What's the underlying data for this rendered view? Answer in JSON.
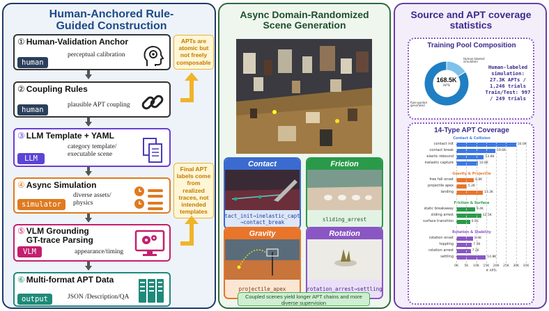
{
  "left": {
    "title": "Human-Anchored Rule-Guided Construction",
    "steps": [
      {
        "num": "①",
        "title": "Human-Validation Anchor",
        "desc": "perceptual calibration",
        "tag": "human"
      },
      {
        "num": "②",
        "title": "Coupling Rules",
        "desc": "plausible APT coupling",
        "tag": "human"
      },
      {
        "num": "③",
        "title": "LLM Template + YAML",
        "desc": "category template/ executable scene",
        "tag": "LLM"
      },
      {
        "num": "④",
        "title": "Async Simulation",
        "desc": "diverse assets/ physics",
        "tag": "simulator"
      },
      {
        "num": "⑤",
        "title": "VLM Grounding GT-trace Parsing",
        "desc": "appearance/timing",
        "tag": "VLM"
      },
      {
        "num": "⑥",
        "title": "Multi-format APT Data",
        "desc": "JSON /Description/QA",
        "tag": "output"
      }
    ],
    "notes": [
      "APTs are atomic but not freely composable",
      "Final APT labels come from realized traces, not intended templates"
    ]
  },
  "middle": {
    "title": "Async Domain-Randomized Scene Generation",
    "cells": [
      {
        "name": "Contact",
        "caption": "contact_init→inelastic_capture →contact_break"
      },
      {
        "name": "Friction",
        "caption": "sliding_arrest"
      },
      {
        "name": "Gravity",
        "caption": "projectile_apex"
      },
      {
        "name": "Rotation",
        "caption": "rotation_arrest→settling"
      }
    ],
    "footer": "Coupled scenes yield longer APT chains and more diverse supervision"
  },
  "right": {
    "title": "Source and APT coverage statistics",
    "pool": {
      "title": "Training Pool Composition",
      "center_value": "168.5K",
      "center_label": "APTs",
      "label_human": "Human-labeled simulation",
      "label_rule": "Rule-guided generated",
      "stats": "Human-labeled simulation: 27.3K APTs / 1,246 trials Train/Test: 997 / 249 trials"
    },
    "coverage": {
      "title": "14-Type APT Coverage",
      "xlabel": "# APTs",
      "ticks": [
        "0K",
        "5K",
        "10K",
        "15K",
        "20K",
        "25K",
        "30K",
        "35K"
      ]
    }
  },
  "chart_data": {
    "type": "bar",
    "orientation": "horizontal",
    "title": "14-Type APT Coverage",
    "xlabel": "# APTs",
    "xlim": [
      0,
      35000
    ],
    "groups": [
      {
        "name": "Contact & Collision",
        "color": "#3b78e7",
        "items": [
          {
            "label": "contact init",
            "value": 30000,
            "text": "30.0K"
          },
          {
            "label": "contact break",
            "value": 19600,
            "text": "19.6K"
          },
          {
            "label": "elastic rebound",
            "value": 13800,
            "text": "13.8K"
          },
          {
            "label": "inelastic capture",
            "value": 10800,
            "text": "10.8K"
          }
        ]
      },
      {
        "name": "Gravity & Projectile",
        "color": "#e8752a",
        "items": [
          {
            "label": "free fall onset",
            "value": 8800,
            "text": "8.8K"
          },
          {
            "label": "projectile apex",
            "value": 5200,
            "text": "5.2K"
          },
          {
            "label": "landing",
            "value": 13300,
            "text": "13.3K"
          }
        ]
      },
      {
        "name": "Friction & Surface",
        "color": "#2a9a4a",
        "items": [
          {
            "label": "static breakaway",
            "value": 9400,
            "text": "9.4K"
          },
          {
            "label": "sliding arrest",
            "value": 12500,
            "text": "12.5K"
          },
          {
            "label": "surface transition",
            "value": 6900,
            "text": "6.9K"
          }
        ]
      },
      {
        "name": "Rotation & Stability",
        "color": "#8a56c4",
        "items": [
          {
            "label": "rotation onset",
            "value": 8400,
            "text": "8.4K"
          },
          {
            "label": "toppling",
            "value": 7800,
            "text": "7.8K"
          },
          {
            "label": "rotation arrest",
            "value": 7200,
            "text": "7.2K"
          },
          {
            "label": "settling",
            "value": 14800,
            "text": "14.8K"
          }
        ]
      }
    ]
  },
  "pie": [
    {
      "name": "Rule-guided generated",
      "value": 141.2,
      "color": "#1f7fc2"
    },
    {
      "name": "Human-labeled simulation",
      "value": 27.3,
      "color": "#7ec2ec"
    }
  ],
  "colors": {
    "left_bg": "#eef3fa",
    "left_border": "#1d3a66",
    "left_title": "#1d4a86",
    "mid_bg": "#eef6ee",
    "mid_border": "#2f6a3b",
    "mid_title": "#1f4f2c",
    "right_bg": "#f3eefa",
    "right_border": "#6a3fa0",
    "right_title": "#3a2a8c"
  }
}
